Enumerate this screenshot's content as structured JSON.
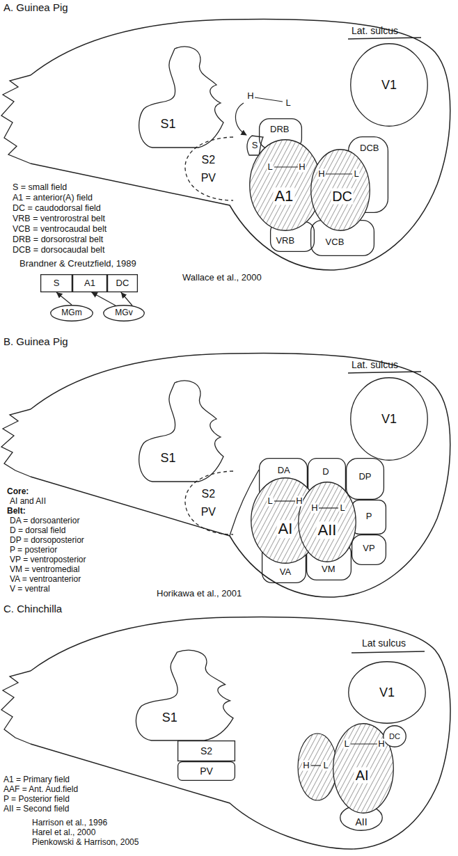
{
  "diagram": {
    "nodes": [
      {
        "text": [
          "S1"
        ]
      },
      {
        "text": [
          "V1"
        ]
      },
      {
        "text": [
          "S2",
          "PV"
        ]
      },
      {
        "text": [
          "S"
        ]
      },
      {
        "text": [
          "DRB"
        ]
      },
      {
        "text": [
          "A1"
        ]
      },
      {
        "text": [
          "DC"
        ]
      },
      {
        "text": [
          "DCB"
        ]
      },
      {
        "text": [
          "VRB"
        ]
      },
      {
        "text": [
          "VCB"
        ]
      },
      {
        "text": [
          "S"
        ]
      },
      {
        "text": [
          "A1"
        ]
      },
      {
        "text": [
          "DC"
        ]
      },
      {
        "text": [
          "MGm"
        ]
      },
      {
        "text": [
          "MGv"
        ]
      },
      {
        "text": [
          "S1"
        ]
      },
      {
        "text": [
          "V1"
        ]
      },
      {
        "text": [
          "S2",
          "PV"
        ]
      },
      {
        "text": [
          "DA"
        ]
      },
      {
        "text": [
          "D"
        ]
      },
      {
        "text": [
          "DP"
        ]
      },
      {
        "text": [
          "AI"
        ]
      },
      {
        "text": [
          "AII"
        ]
      },
      {
        "text": [
          "P"
        ]
      },
      {
        "text": [
          "VA"
        ]
      },
      {
        "text": [
          "VM"
        ]
      },
      {
        "text": [
          "VP"
        ]
      },
      {
        "text": [
          "S1"
        ]
      },
      {
        "text": [
          "V1"
        ]
      },
      {
        "text": [
          "S2"
        ]
      },
      {
        "text": [
          "PV"
        ]
      },
      {
        "text": [
          "AI"
        ]
      },
      {
        "text": [
          "DC"
        ]
      },
      {
        "text": [
          "AII"
        ]
      }
    ],
    "edges": [
      {
        "from": 13,
        "to": 10,
        "arrow": "to"
      },
      {
        "from": 14,
        "to": 11,
        "arrow": "to"
      },
      {
        "from": 14,
        "to": 12,
        "arrow": "to"
      }
    ],
    "labels": [
      "A. Guinea Pig",
      "Lat. sulcus",
      "H",
      "L",
      "L",
      "H",
      "H",
      "L",
      "S = small field",
      "A1 = anterior(A) field",
      "DC = caudodorsal field",
      "VRB = ventrorostral belt",
      "VCB = ventrocaudal belt",
      "DRB = dorsorostral belt",
      "DCB = dorsocaudal belt",
      "Brandner & Creutzfield, 1989",
      "Wallace et al., 2000",
      "B. Guinea Pig",
      "Lat. sulcus",
      "L",
      "H",
      "H",
      "L",
      "Core:",
      "AI and AII",
      "Belt:",
      "DA = dorsoanterior",
      "D = dorsal field",
      "DP = dorsoposterior",
      "P = posterior",
      "VP = ventroposterior",
      "VM = ventromedial",
      "VA = ventroanterior",
      "V = ventral",
      "Horikawa et al., 2001",
      "C. Chinchilla",
      "Lat sulcus",
      "H",
      "L",
      "L",
      "H",
      "A1 = Primary field",
      "AAF = Ant. Aud.field",
      "P = Posterior field",
      "AII = Second field",
      "Harrison et al., 1996",
      "Harel et al., 2000",
      "Pienkowski & Harrison, 2005"
    ]
  }
}
